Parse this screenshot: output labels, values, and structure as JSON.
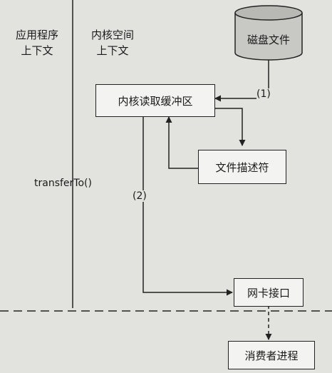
{
  "labels": {
    "app_context_line1": "应用程序",
    "app_context_line2": "上下文",
    "kernel_space_line1": "内核空间",
    "kernel_space_line2": "上下文",
    "method_call": "transferTo()",
    "step1": "(1)",
    "step2": "(2)"
  },
  "nodes": {
    "disk_file": "磁盘文件",
    "kernel_read_buffer": "内核读取缓冲区",
    "file_descriptor": "文件描述符",
    "nic_interface": "网卡接口",
    "consumer_process": "消费者进程"
  },
  "colors": {
    "background": "#e2e2df",
    "stroke": "#222222",
    "box_fill": "#f3f3f1",
    "disk_fill": "#c8c8c5"
  }
}
